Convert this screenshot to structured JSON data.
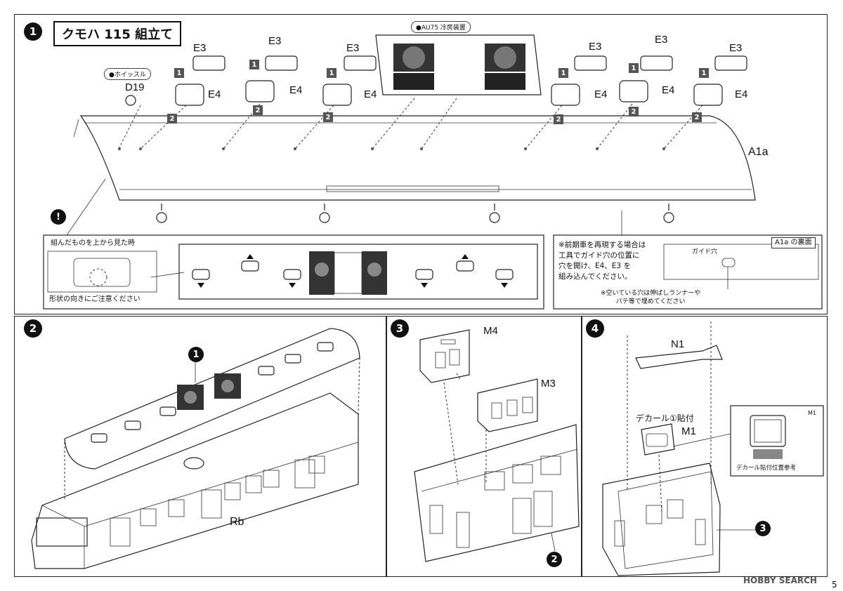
{
  "step1": {
    "number": "1",
    "title": "クモハ 115 組立て",
    "ac_tag": "●AU75 冷房装置",
    "whistle_tag": "●ホイッスル",
    "whistle_part": "D19",
    "order_1": "1",
    "order_2": "2",
    "part_e3": "E3",
    "part_e4": "E4",
    "roof_part": "A1a",
    "warning_symbol": "!",
    "top_view_label": "組んだものを上から見た時",
    "orientation_note": "形状の向きにご注意ください",
    "early_note": "※前期車を再現する場合は\n工具でガイド穴の位置に\n穴を開け、E4、E3 を\n組み込んでください。",
    "underside_label": "A1a の裏面",
    "guide_hole_label": "ガイド穴",
    "fill_note": "※空いている穴は伸ばしランナーや\nパテ等で埋めてください"
  },
  "step2": {
    "number": "2",
    "ref_step": "1",
    "body_part": "Rb"
  },
  "step3": {
    "number": "3",
    "part_m4": "M4",
    "part_m3": "M3",
    "ref_step": "2"
  },
  "step4": {
    "number": "4",
    "part_n1": "N1",
    "decal_label": "デカール①貼付",
    "part_m1": "M1",
    "inset_part": "M1",
    "decal_position_label": "デカール貼付位置参考",
    "ref_step": "3"
  },
  "footer": {
    "watermark": "HOBBY SEARCH",
    "page_number": "5"
  }
}
